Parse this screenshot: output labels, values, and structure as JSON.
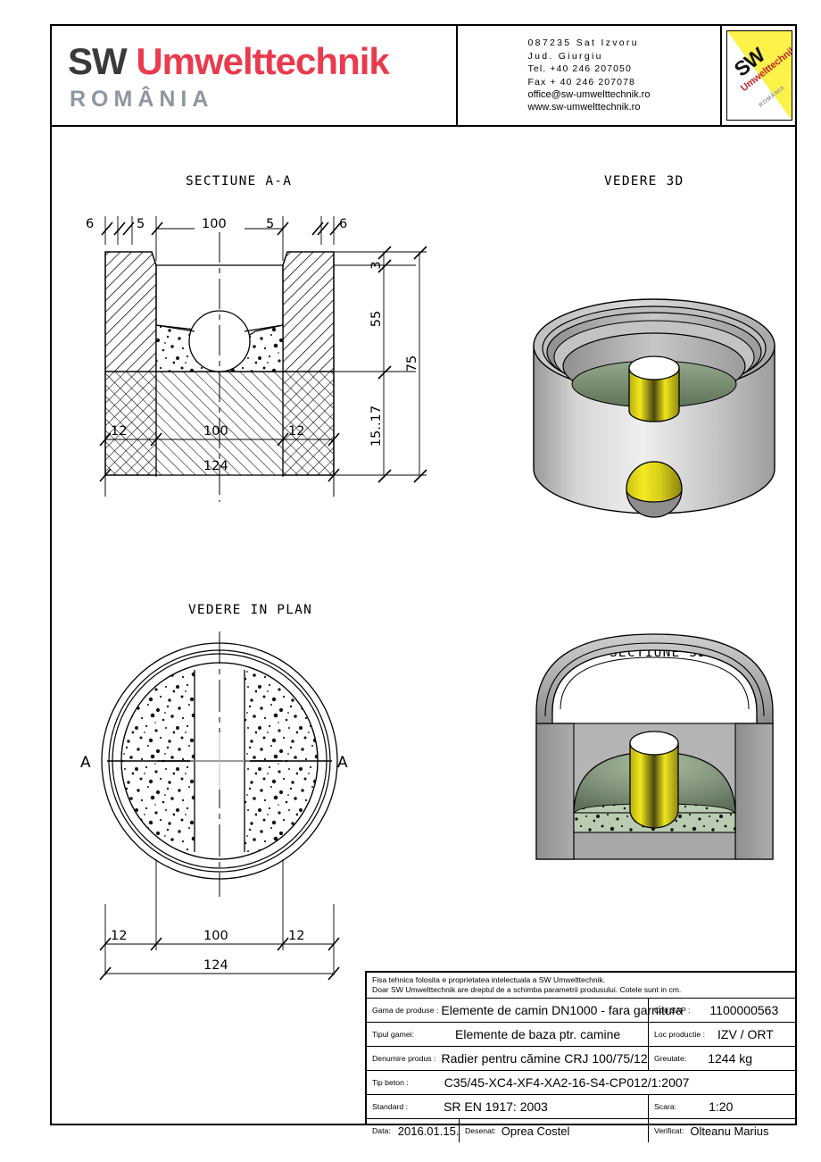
{
  "header": {
    "logo": {
      "sw": "SW",
      "umwelttechnik": "Umwelttechnik",
      "country": "ROMÂNIA"
    },
    "address": {
      "line1": "087235 Sat Izvoru",
      "line2": "Jud.   Giurgiu",
      "line3": "Tel. +40 246 207050",
      "line4": "Fax + 40 246 207078",
      "line5": "office@sw-umwelttechnik.ro",
      "line6": "www.sw-umwelttechnik.ro"
    },
    "corner_mark": {
      "sw": "SW",
      "umwelttechnik": "Umwelttechnik",
      "country": "ROMÂNIA",
      "bg_color": "#fdf24a",
      "red": "#c0272d"
    }
  },
  "views": {
    "section_aa": {
      "title": "SECTIUNE A-A",
      "dims_top": [
        "6",
        "5",
        "100",
        "5",
        "6"
      ],
      "dims_right": [
        "3",
        "55",
        "75",
        "15..17"
      ],
      "dims_bottom": [
        "12",
        "100",
        "12",
        "124"
      ]
    },
    "view_3d": {
      "title": "VEDERE 3D"
    },
    "plan": {
      "title": "VEDERE IN PLAN",
      "section_marks": [
        "A",
        "A"
      ],
      "dims_bottom": [
        "12",
        "100",
        "12",
        "124"
      ]
    },
    "section_3d": {
      "title": "SECTIUNE 3D"
    }
  },
  "title_block": {
    "note_line1": "Fisa tehnica folosita e proprietatea intelectuala a SW Umwelttechnik.",
    "note_line2": "Doar SW Umwelttechnik are dreptul de a schimba parametrii produsului. Cotele sunt in cm.",
    "rows": [
      {
        "label": "Gama de produse :",
        "value": "Elemente de camin DN1000 - fara garnitura",
        "label2": "Cod SAP :",
        "value2": "1100000563"
      },
      {
        "label": "Tipul gamei:",
        "value": "Elemente de baza ptr. camine",
        "label2": "Loc productie :",
        "value2": "IZV / ORT"
      },
      {
        "label": "Denumire produs :",
        "value": "Radier pentru cămine CRJ 100/75/12",
        "label2": "Greutate:",
        "value2": "1244 kg"
      }
    ],
    "beton_label": "Tip beton :",
    "beton_value": "C35/45-XC4-XF4-XA2-16-S4-CP012/1:2007",
    "standard_label": "Standard :",
    "standard_value": "SR EN 1917: 2003",
    "scara_label": "Scara:",
    "scara_value": "1:20",
    "data_label": "Data:",
    "data_value": "2016.01.15.",
    "desenat_label": "Desenat:",
    "desenat_value": "Oprea Costel",
    "verificat_label": "Verificat:",
    "verificat_value": "Olteanu Marius"
  }
}
